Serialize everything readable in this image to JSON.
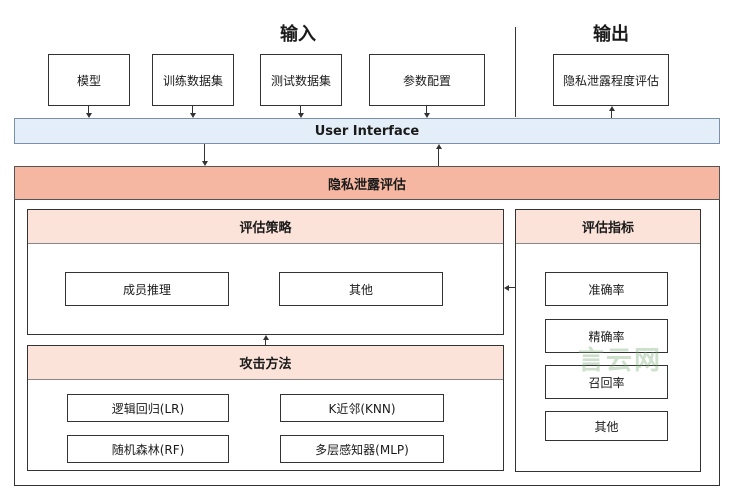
{
  "headings": {
    "input": "输入",
    "output": "输出"
  },
  "inputs": [
    "模型",
    "训练数据集",
    "测试数据集",
    "参数配置"
  ],
  "output_box": "隐私泄露程度评估",
  "user_interface": "User Interface",
  "main_title": "隐私泄露评估",
  "strategy": {
    "title": "评估策略",
    "items": [
      "成员推理",
      "其他"
    ]
  },
  "attack": {
    "title": "攻击方法",
    "items": [
      "逻辑回归(LR)",
      "K近邻(KNN)",
      "随机森林(RF)",
      "多层感知器(MLP)"
    ]
  },
  "metrics": {
    "title": "评估指标",
    "items": [
      "准确率",
      "精确率",
      "召回率",
      "其他"
    ]
  },
  "watermark": "言云网"
}
